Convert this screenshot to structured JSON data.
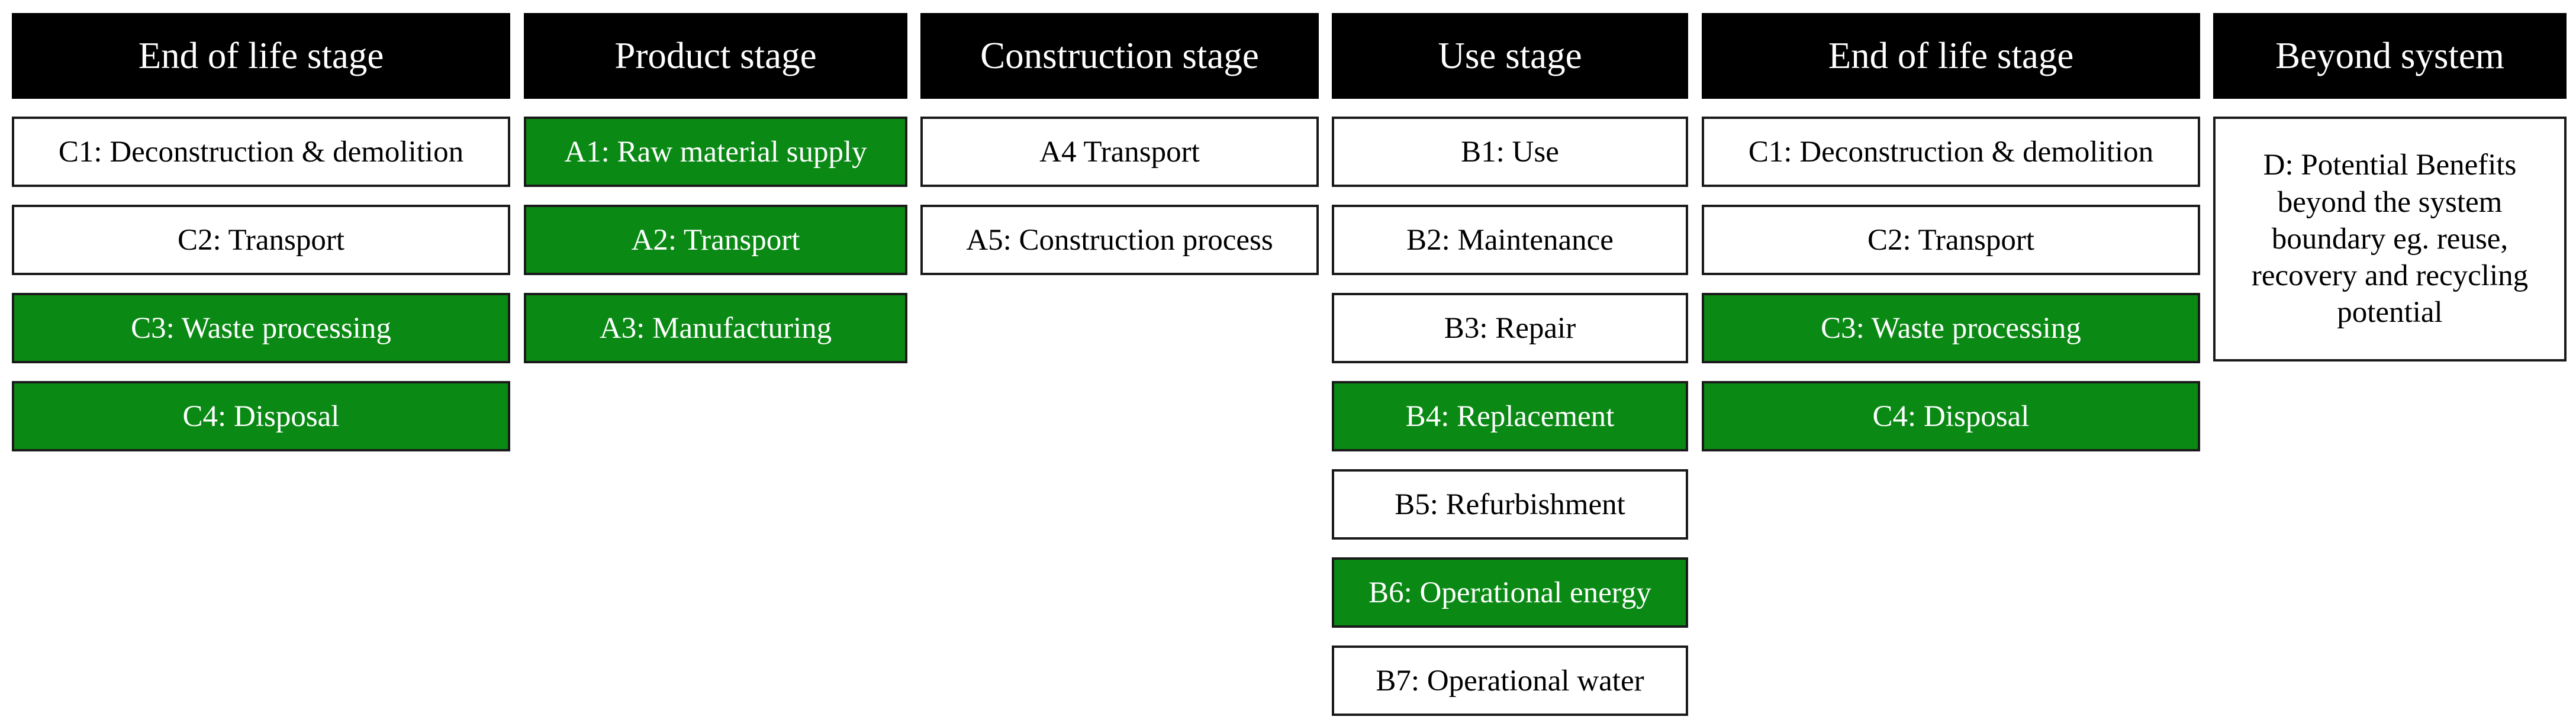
{
  "stages": [
    {
      "title": "End of life stage",
      "items": [
        {
          "label": "C1: Deconstruction & demolition",
          "highlight": false
        },
        {
          "label": "C2: Transport",
          "highlight": false
        },
        {
          "label": "C3: Waste processing",
          "highlight": true
        },
        {
          "label": "C4: Disposal",
          "highlight": true
        }
      ]
    },
    {
      "title": "Product stage",
      "items": [
        {
          "label": "A1: Raw material supply",
          "highlight": true
        },
        {
          "label": "A2: Transport",
          "highlight": true
        },
        {
          "label": "A3: Manufacturing",
          "highlight": true
        }
      ]
    },
    {
      "title": "Construction stage",
      "items": [
        {
          "label": "A4 Transport",
          "highlight": false
        },
        {
          "label": "A5: Construction process",
          "highlight": false
        }
      ]
    },
    {
      "title": "Use stage",
      "items": [
        {
          "label": "B1: Use",
          "highlight": false
        },
        {
          "label": "B2: Maintenance",
          "highlight": false
        },
        {
          "label": "B3: Repair",
          "highlight": false
        },
        {
          "label": "B4: Replacement",
          "highlight": true
        },
        {
          "label": "B5: Refurbishment",
          "highlight": false
        },
        {
          "label": "B6: Operational energy",
          "highlight": true
        },
        {
          "label": "B7: Operational water",
          "highlight": false
        }
      ]
    },
    {
      "title": "End of life stage",
      "items": [
        {
          "label": "C1: Deconstruction & demolition",
          "highlight": false
        },
        {
          "label": "C2: Transport",
          "highlight": false
        },
        {
          "label": "C3: Waste processing",
          "highlight": true
        },
        {
          "label": "C4: Disposal",
          "highlight": true
        }
      ]
    },
    {
      "title": "Beyond system",
      "items": [
        {
          "label": "D: Potential Benefits beyond the system boundary eg. reuse, recovery and recycling potential",
          "highlight": false,
          "tall": true
        }
      ]
    }
  ],
  "colors": {
    "highlight": "#0a8a14",
    "header": "#000000",
    "normal": "#ffffff"
  }
}
